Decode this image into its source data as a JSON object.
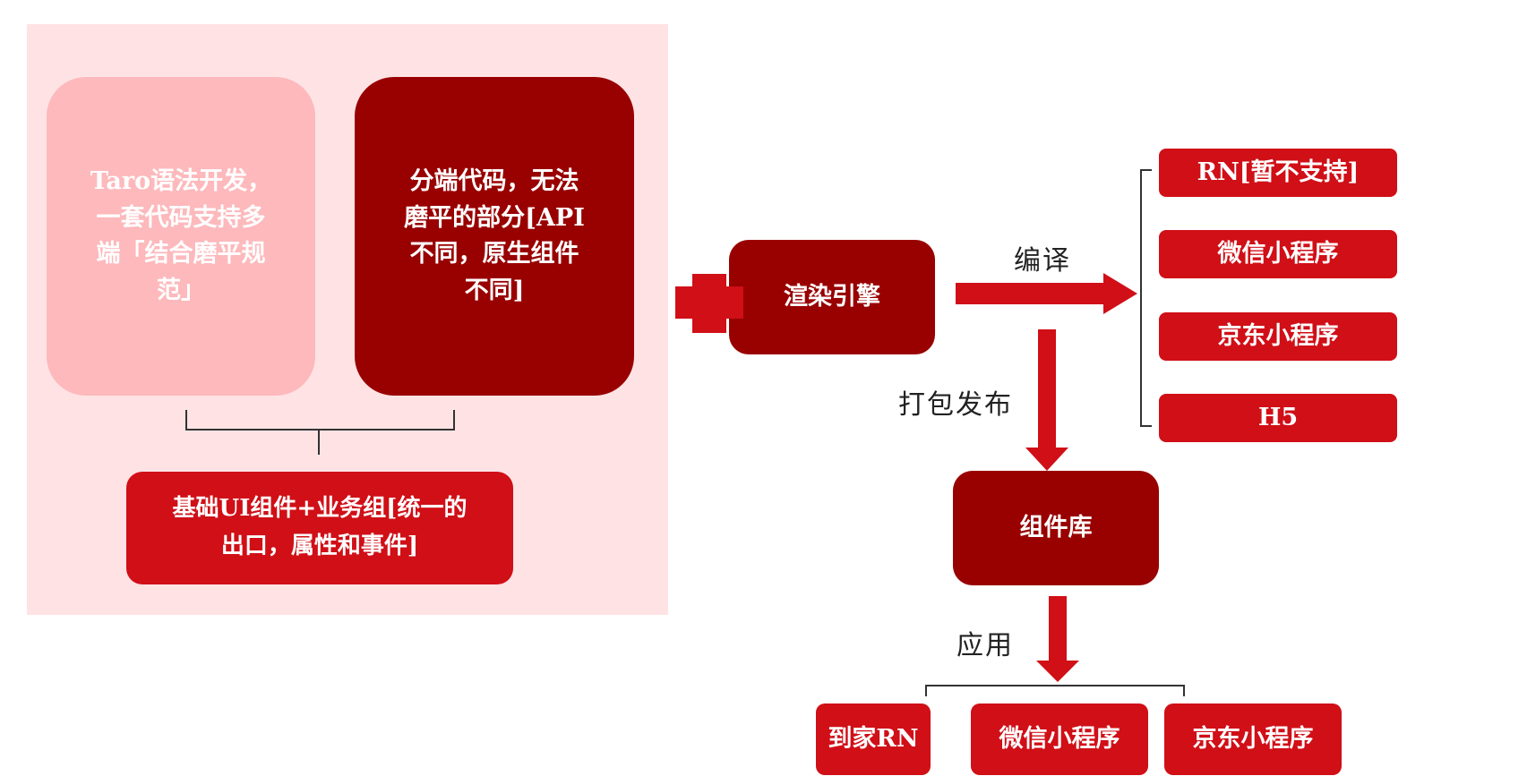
{
  "boxes": {
    "taro_syntax": "Taro语法开发，\n一套代码支持多\n端「结合磨平规\n范」",
    "platform_code": "分端代码，无法\n磨平的部分[API\n不同，原生组件\n不同]",
    "base_components": "基础UI组件+业务组[统一的\n出口，属性和事件]",
    "render_engine": "渲染引擎",
    "component_lib": "组件库"
  },
  "labels": {
    "compile": "编译",
    "package_publish": "打包发布",
    "apply": "应用"
  },
  "targets": [
    "RN[暂不支持]",
    "微信小程序",
    "京东小程序",
    "H5"
  ],
  "applications": [
    "到家RN",
    "微信小程序",
    "京东小程序"
  ],
  "colors": {
    "panel_bg": "#ffe3e4",
    "light_pink": "#fdb9bc",
    "dark_red": "#990000",
    "red": "#d00f17",
    "line": "#333333"
  }
}
